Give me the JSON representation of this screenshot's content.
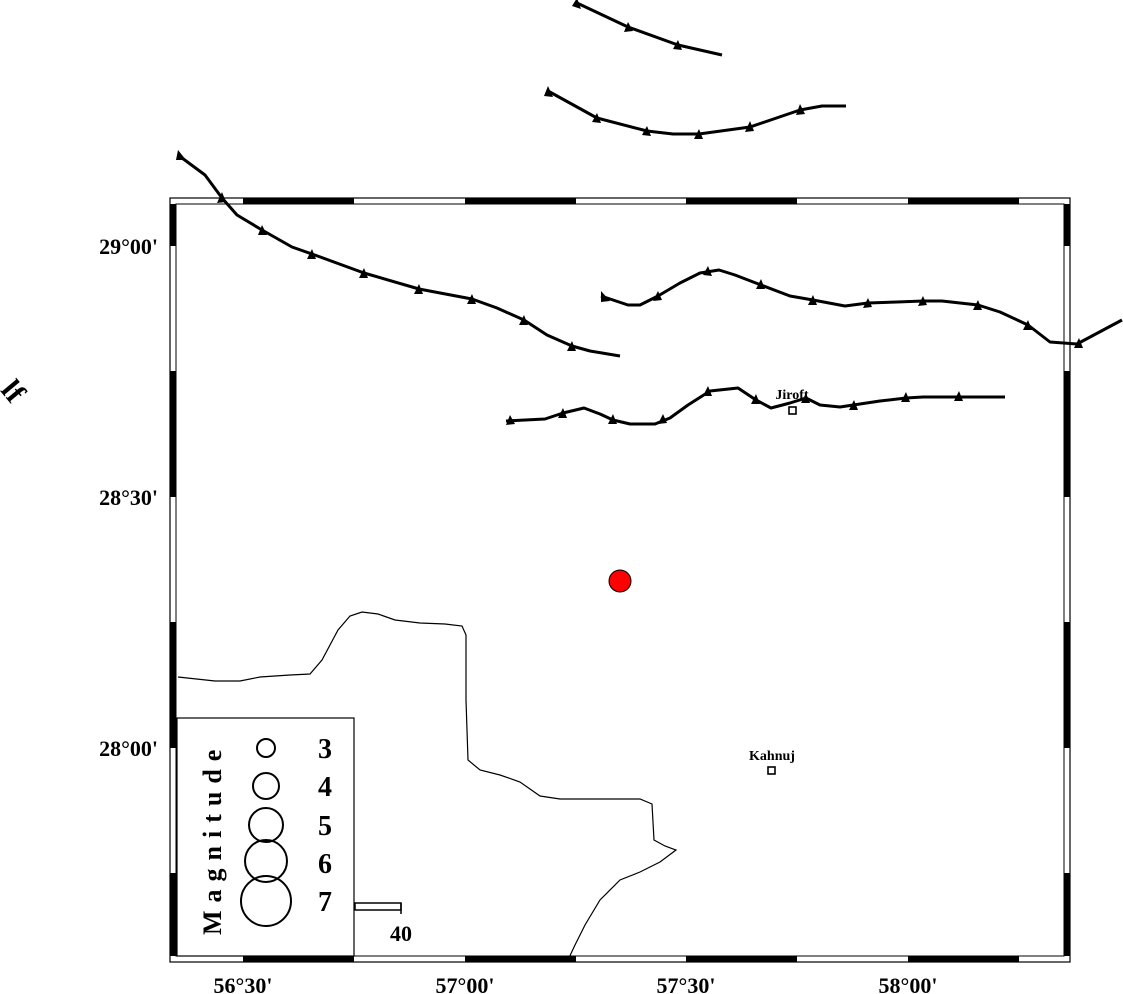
{
  "map": {
    "partial_label": "lf",
    "lon_ticks": [
      "56°30'",
      "57°00'",
      "57°30'",
      "58°00'"
    ],
    "lat_ticks": [
      "29°00'",
      "28°30'",
      "28°00'"
    ],
    "cities": [
      {
        "name": "Jiroft"
      },
      {
        "name": "Kahnuj"
      }
    ],
    "event": {
      "color": "#ff0000"
    },
    "colors": {
      "frame": "#000000",
      "fault": "#000000",
      "boundary": "#000000",
      "event": "#ff0000"
    }
  },
  "legend": {
    "title": "Magnitude",
    "magnitudes": [
      "3",
      "4",
      "5",
      "6",
      "7"
    ]
  },
  "scale_bar": {
    "label": "40"
  }
}
